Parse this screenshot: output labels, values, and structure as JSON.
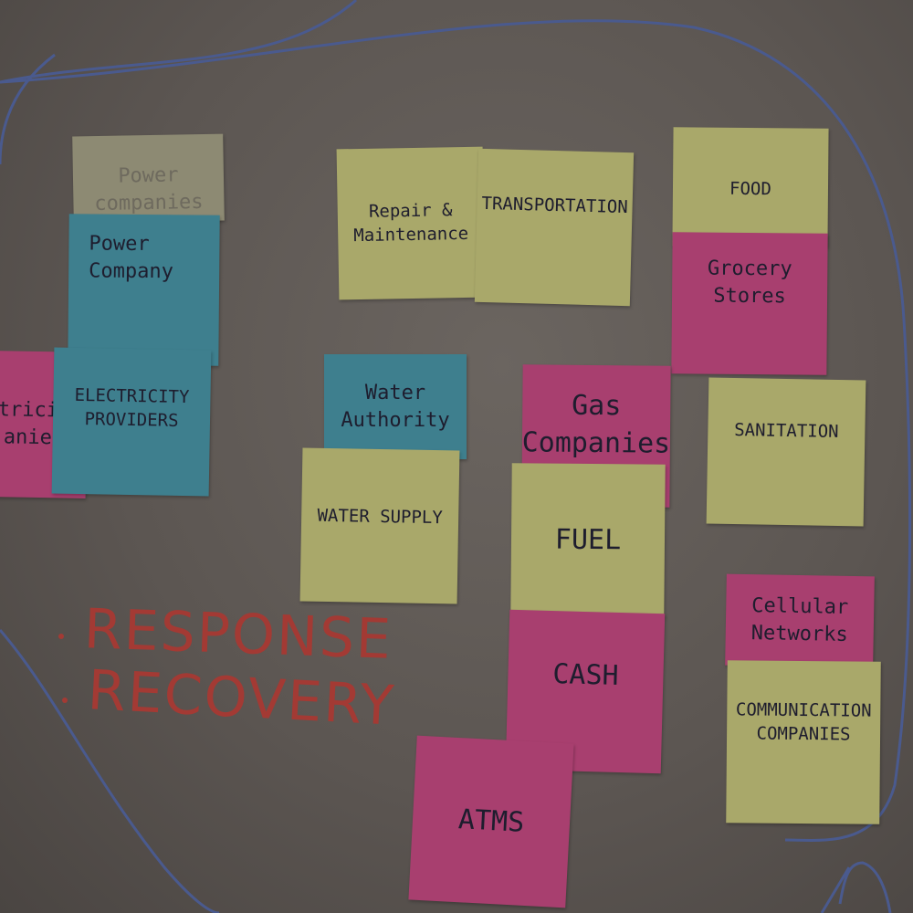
{
  "notes": {
    "power_companies_faded": "Power\ncompanies",
    "power_company": "Power\nCompany",
    "electricity_companies_partial": "tricit\nanies",
    "electricity_providers": "ELECTRICITY\nPROVIDERS",
    "repair_maintenance": "Repair &\nMaintenance",
    "transportation": "TRANSPORTATION",
    "food": "FOOD",
    "grocery_stores": "Grocery\nStores",
    "water_authority": "Water\nAuthority",
    "water_supply": "WATER SUPPLY",
    "gas_companies": "Gas\nCompanies",
    "fuel": "FUEL",
    "sanitation": "SANITATION",
    "cash": "CASH",
    "atms": "ATMS",
    "cellular_networks": "Cellular\nNetworks",
    "communication_companies": "COMMUNICATION\nCOMPANIES"
  },
  "marker": {
    "response": "RESPONSE",
    "recovery": "RECOVERY"
  },
  "colors": {
    "yellow_note": "#a9a86a",
    "pink_note": "#a83f6f",
    "blue_note": "#3e7f8e",
    "marker_red": "#a33a34",
    "marker_blue": "#4a5a8e"
  }
}
